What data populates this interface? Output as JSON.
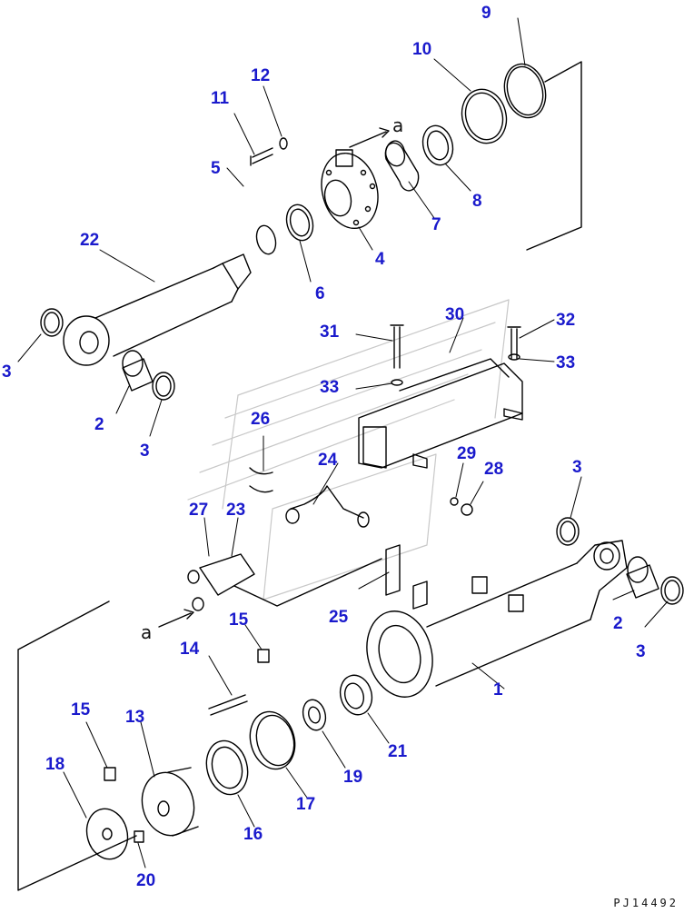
{
  "drawing_code": "PJ14492",
  "direction_marker": "a",
  "callouts": [
    {
      "id": "c1",
      "text": "1"
    },
    {
      "id": "c2a",
      "text": "2"
    },
    {
      "id": "c2b",
      "text": "2"
    },
    {
      "id": "c3a",
      "text": "3"
    },
    {
      "id": "c3b",
      "text": "3"
    },
    {
      "id": "c3c",
      "text": "3"
    },
    {
      "id": "c3d",
      "text": "3"
    },
    {
      "id": "c4",
      "text": "4"
    },
    {
      "id": "c5",
      "text": "5"
    },
    {
      "id": "c6",
      "text": "6"
    },
    {
      "id": "c7",
      "text": "7"
    },
    {
      "id": "c8",
      "text": "8"
    },
    {
      "id": "c9",
      "text": "9"
    },
    {
      "id": "c10",
      "text": "10"
    },
    {
      "id": "c11",
      "text": "11"
    },
    {
      "id": "c12",
      "text": "12"
    },
    {
      "id": "c13",
      "text": "13"
    },
    {
      "id": "c14",
      "text": "14"
    },
    {
      "id": "c15a",
      "text": "15"
    },
    {
      "id": "c15b",
      "text": "15"
    },
    {
      "id": "c17",
      "text": "17"
    },
    {
      "id": "c16",
      "text": "16"
    },
    {
      "id": "c18",
      "text": "18"
    },
    {
      "id": "c19",
      "text": "19"
    },
    {
      "id": "c20",
      "text": "20"
    },
    {
      "id": "c21",
      "text": "21"
    },
    {
      "id": "c22",
      "text": "22"
    },
    {
      "id": "c23",
      "text": "23"
    },
    {
      "id": "c24",
      "text": "24"
    },
    {
      "id": "c25",
      "text": "25"
    },
    {
      "id": "c26",
      "text": "26"
    },
    {
      "id": "c27",
      "text": "27"
    },
    {
      "id": "c28",
      "text": "28"
    },
    {
      "id": "c29",
      "text": "29"
    },
    {
      "id": "c30",
      "text": "30"
    },
    {
      "id": "c31",
      "text": "31"
    },
    {
      "id": "c32",
      "text": "32"
    },
    {
      "id": "c33a",
      "text": "33"
    },
    {
      "id": "c33b",
      "text": "33"
    }
  ]
}
